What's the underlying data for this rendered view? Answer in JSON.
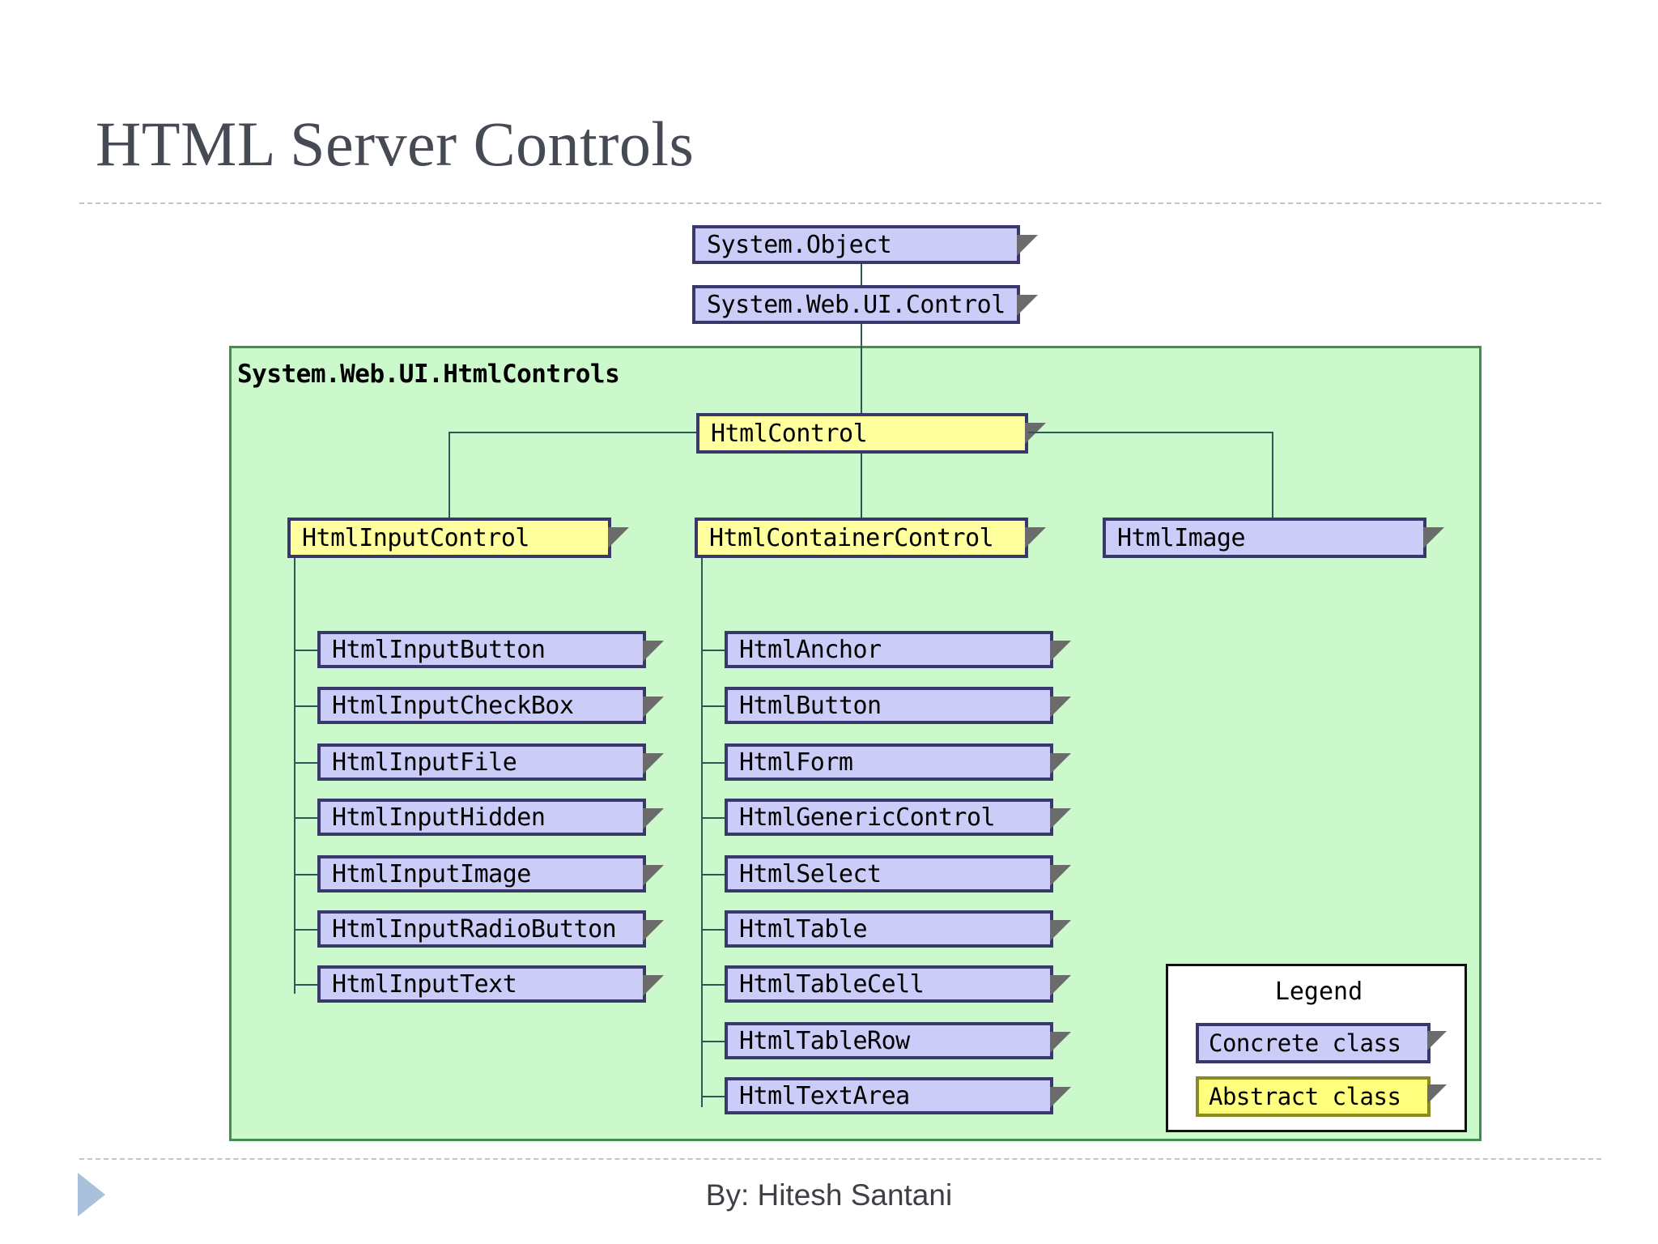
{
  "slide": {
    "title": "HTML Server Controls",
    "byline": "By: Hitesh Santani"
  },
  "diagram": {
    "namespace_label": "System.Web.UI.HtmlControls",
    "root_chain": [
      {
        "name": "System.Object",
        "kind": "concrete"
      },
      {
        "name": "System.Web.UI.Control",
        "kind": "concrete"
      }
    ],
    "base_class": {
      "name": "HtmlControl",
      "kind": "abstract"
    },
    "branches": [
      {
        "parent": {
          "name": "HtmlInputControl",
          "kind": "abstract"
        },
        "children": [
          {
            "name": "HtmlInputButton",
            "kind": "concrete"
          },
          {
            "name": "HtmlInputCheckBox",
            "kind": "concrete"
          },
          {
            "name": "HtmlInputFile",
            "kind": "concrete"
          },
          {
            "name": "HtmlInputHidden",
            "kind": "concrete"
          },
          {
            "name": "HtmlInputImage",
            "kind": "concrete"
          },
          {
            "name": "HtmlInputRadioButton",
            "kind": "concrete"
          },
          {
            "name": "HtmlInputText",
            "kind": "concrete"
          }
        ]
      },
      {
        "parent": {
          "name": "HtmlContainerControl",
          "kind": "abstract"
        },
        "children": [
          {
            "name": "HtmlAnchor",
            "kind": "concrete"
          },
          {
            "name": "HtmlButton",
            "kind": "concrete"
          },
          {
            "name": "HtmlForm",
            "kind": "concrete"
          },
          {
            "name": "HtmlGenericControl",
            "kind": "concrete"
          },
          {
            "name": "HtmlSelect",
            "kind": "concrete"
          },
          {
            "name": "HtmlTable",
            "kind": "concrete"
          },
          {
            "name": "HtmlTableCell",
            "kind": "concrete"
          },
          {
            "name": "HtmlTableRow",
            "kind": "concrete"
          },
          {
            "name": "HtmlTextArea",
            "kind": "concrete"
          }
        ]
      },
      {
        "parent": {
          "name": "HtmlImage",
          "kind": "concrete"
        },
        "children": []
      }
    ],
    "legend": {
      "title": "Legend",
      "concrete_label": "Concrete class",
      "abstract_label": "Abstract class"
    }
  },
  "colors": {
    "concrete_fill": "#ccccf8",
    "abstract_fill": "#ffff9e",
    "node_border": "#39376b",
    "namespace_fill": "#ccf9cc",
    "namespace_border": "#3f8f4a",
    "connector": "#2a5a55",
    "title_text": "#464a55",
    "rule": "#b9c4d4",
    "footer_triangle": "#a8c0da"
  }
}
